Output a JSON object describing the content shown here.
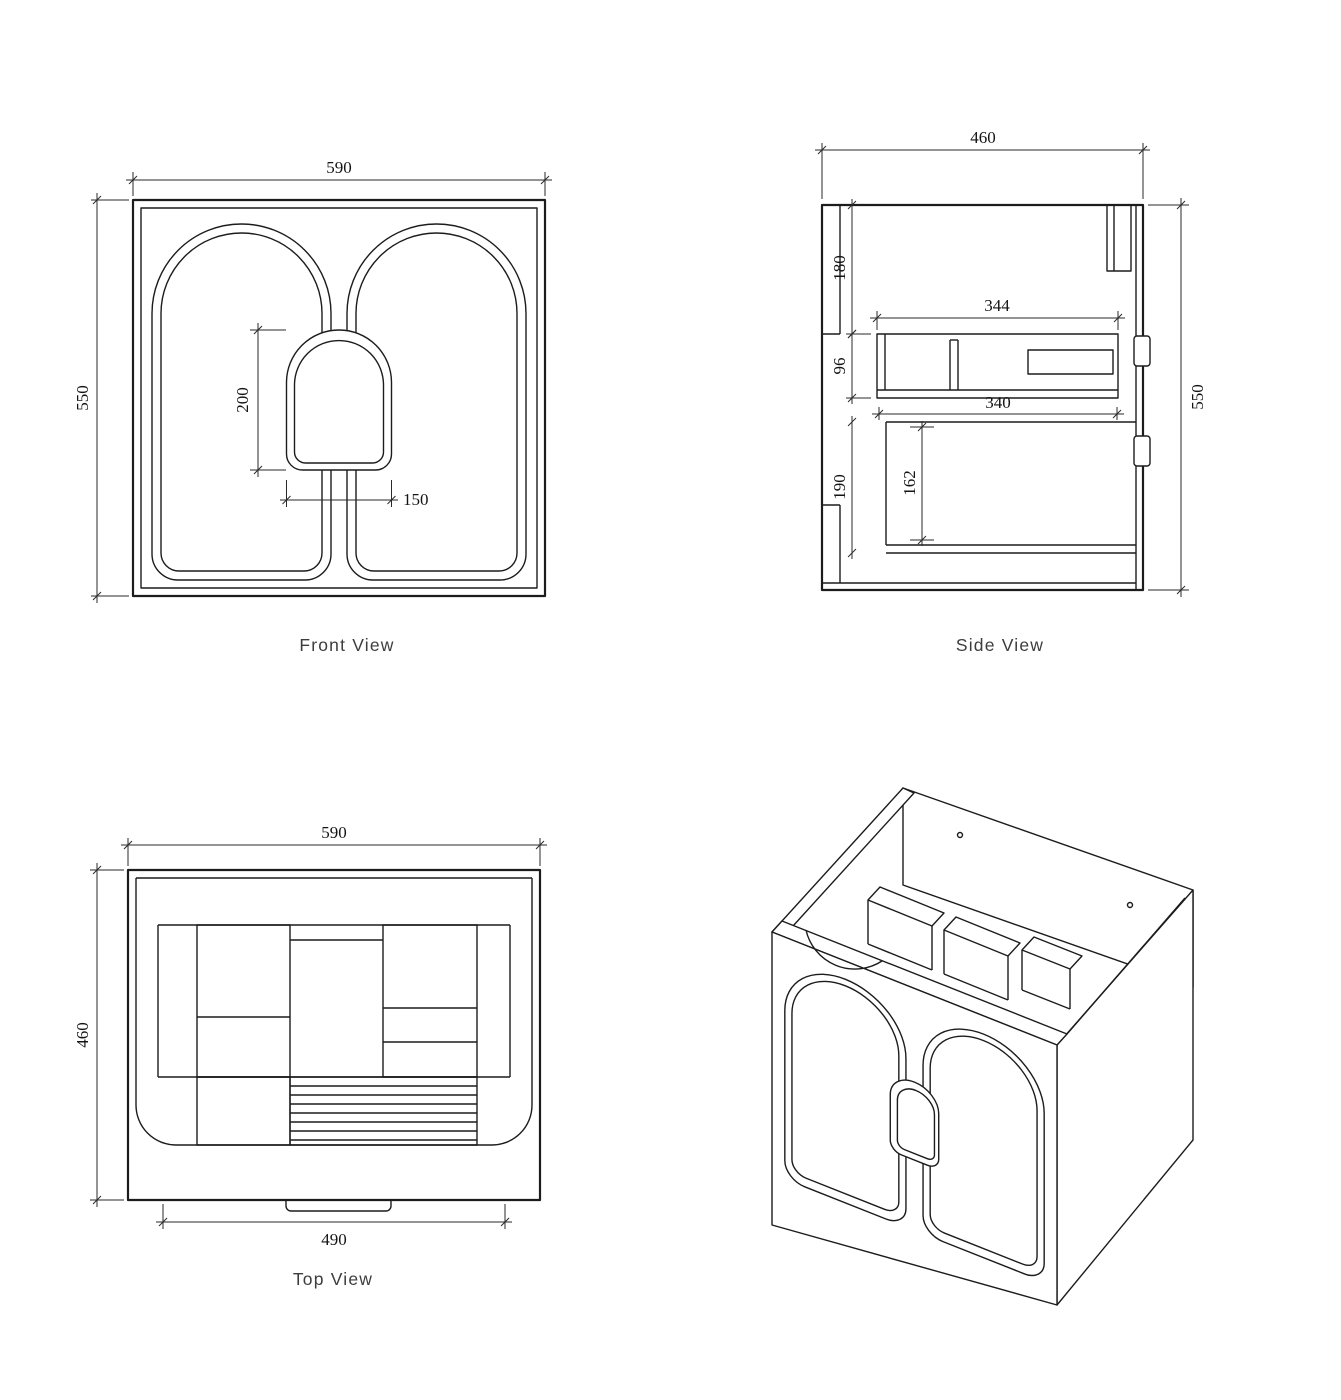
{
  "sheet": {
    "background": "#ffffff",
    "line_color": "#1c1c1c"
  },
  "views": {
    "front": {
      "label": "Front View",
      "dim_width": "590",
      "dim_height": "550",
      "dim_handle_height": "200",
      "dim_handle_width": "150"
    },
    "side": {
      "label": "Side View",
      "dim_depth": "460",
      "dim_height": "550",
      "dim_top_offset": "180",
      "dim_drawer_depth": "344",
      "dim_drawer_height": "96",
      "dim_shelf_depth": "340",
      "dim_lower_height": "190",
      "dim_lower_inner_height": "162"
    },
    "top": {
      "label": "Top View",
      "dim_width": "590",
      "dim_depth": "460",
      "dim_opening_width": "490"
    }
  }
}
